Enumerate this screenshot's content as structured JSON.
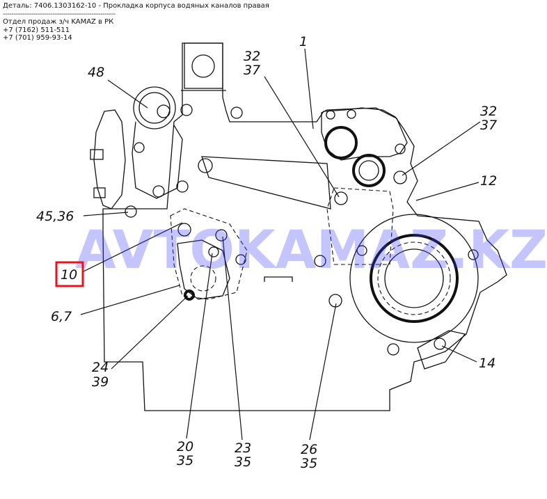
{
  "header": {
    "detail": "Деталь: 7406.1303162-10 - Прокладка корпуса водяных каналов правая",
    "separator": "----------------------------------------------------",
    "sales": "Отдел продаж з/ч KAMAZ в РК",
    "phone1": "+7 (7162) 511-511",
    "phone2": "+7 (701) 959-93-14"
  },
  "watermark": "AVTOKAMAZ.KZ",
  "highlight_color": "#e8141c",
  "callouts": {
    "c48": "48",
    "c32a": "32",
    "c37a": "37",
    "c1": "1",
    "c32b": "32",
    "c37b": "37",
    "c12": "12",
    "c4536": "45,36",
    "c10": "10",
    "c67": "6,7",
    "c24": "24",
    "c39": "39",
    "c14": "14",
    "c20": "20",
    "c35a": "35",
    "c23": "23",
    "c35b": "35",
    "c26": "26",
    "c35c": "35"
  }
}
